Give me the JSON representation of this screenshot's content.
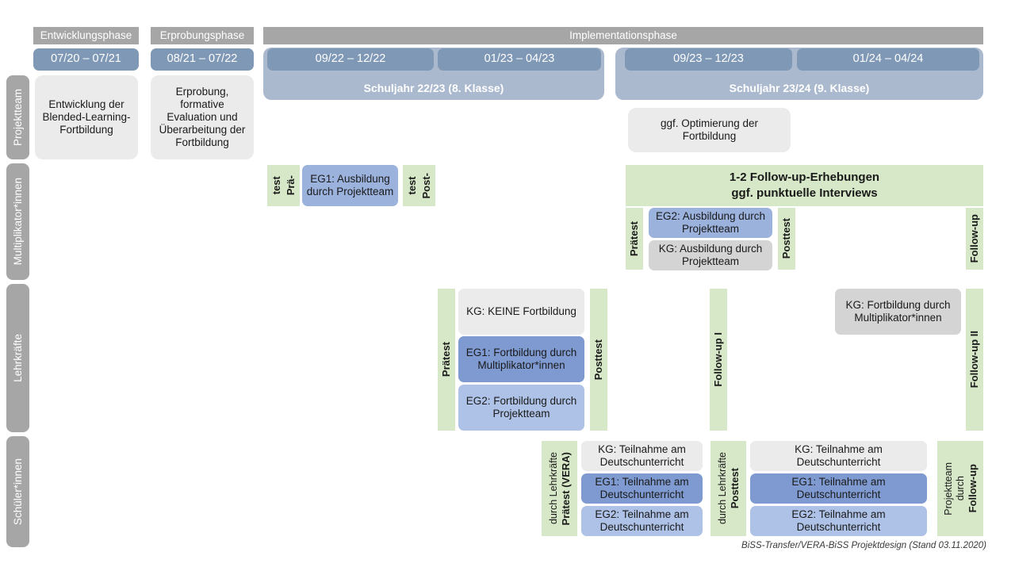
{
  "header": {
    "phases": [
      {
        "label": "Entwicklungsphase"
      },
      {
        "label": "Erprobungsphase"
      },
      {
        "label": "Implementationsphase"
      }
    ],
    "periods": [
      {
        "label": "07/20 – 07/21"
      },
      {
        "label": "08/21 – 07/22"
      },
      {
        "label": "09/22 – 12/22"
      },
      {
        "label": "01/23 – 04/23"
      },
      {
        "label": "09/23 – 12/23"
      },
      {
        "label": "01/24 – 04/24"
      }
    ],
    "schoolyears": [
      {
        "label": "Schuljahr 22/23 (8. Klasse)"
      },
      {
        "label": "Schuljahr 23/24 (9. Klasse)"
      }
    ]
  },
  "bands": [
    {
      "label": "Projektteam"
    },
    {
      "label": "Multiplikator*innen"
    },
    {
      "label": "Lehrkräfte"
    },
    {
      "label": "Schüler*innen"
    }
  ],
  "projektteam": {
    "entwicklung": "Entwicklung der Blended-Learning-Fortbildung",
    "erprobung": "Erprobung, formative Evaluation und Überarbeitung der Fortbildung",
    "optimierung": "ggf. Optimierung der Fortbildung"
  },
  "multiplikatoren": {
    "praetest_l1": "Prä-",
    "praetest_l2": "test",
    "posttest_l1": "Post-",
    "posttest_l2": "test",
    "eg1": "EG1: Ausbildung durch Projektteam",
    "banner_l1": "1-2 Follow-up-Erhebungen",
    "banner_l2": "ggf. punktuelle Interviews",
    "praetest2": "Prätest",
    "posttest2": "Posttest",
    "followup": "Follow-up",
    "eg2": "EG2:  Ausbildung durch Projektteam",
    "kg": "KG: Ausbildung durch Projektteam"
  },
  "lehrkraefte": {
    "praetest": "Prätest",
    "posttest": "Posttest",
    "followup1": "Follow-up I",
    "followup2": "Follow-up II",
    "kg_keine": "KG:  KEINE Fortbildung",
    "eg1": "EG1: Fortbildung durch Multiplikator*innen",
    "eg2": "EG2: Fortbildung durch Projektteam",
    "kg_multi": "KG: Fortbildung durch Multiplikator*innen"
  },
  "schueler": {
    "praetest_bold": "Prätest (VERA)",
    "praetest_sub": "durch Lehrkräfte",
    "posttest_bold": "Posttest",
    "posttest_sub": "durch Lehrkräfte",
    "followup_bold": "Follow-up",
    "followup_sub1": "durch",
    "followup_sub2": "Projektteam",
    "kg": "KG: Teilnahme am Deutschunterricht",
    "eg1": "EG1: Teilnahme am Deutschunterricht",
    "eg2": "EG2: Teilnahme am Deutschunterricht"
  },
  "footer": {
    "text": "BiSS-Transfer/VERA-BiSS Projektdesign (Stand 03.11.2020)"
  },
  "colors": {
    "grey_header": "#a6a6a6",
    "period_blue": "#7f98b6",
    "schoolyear_blue": "#aab9ce",
    "card_grey": "#ebebeb",
    "mid_grey": "#d4d4d4",
    "blue_mid": "#9bb2dd",
    "blue_dark": "#7e9ad1",
    "blue_light": "#adc2e6",
    "green": "#d7e8c8"
  }
}
